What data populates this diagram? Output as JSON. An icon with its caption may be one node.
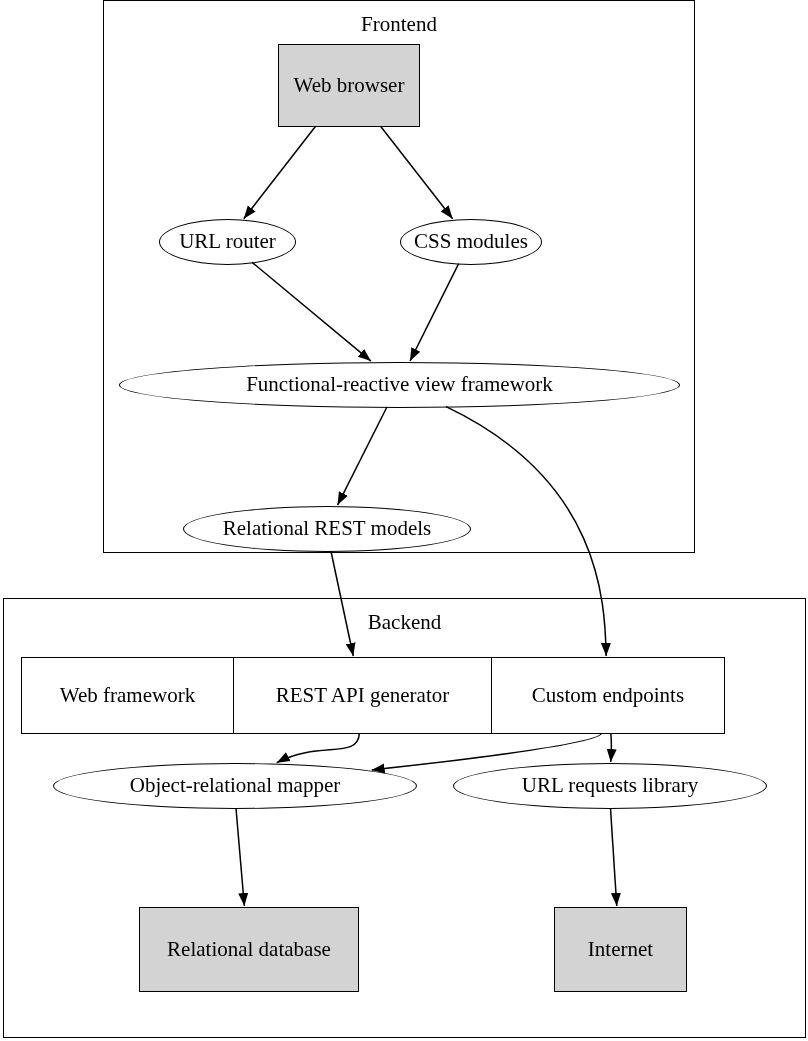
{
  "diagram": {
    "nodes": [
      {
        "text": [
          "Frontend"
        ]
      },
      {
        "text": [
          "Web browser"
        ],
        "in": 0
      },
      {
        "text": [
          "URL router"
        ],
        "in": 0
      },
      {
        "text": [
          "CSS modules"
        ],
        "in": 0
      },
      {
        "text": [
          "Functional-reactive view framework"
        ],
        "in": 0
      },
      {
        "text": [
          "Relational REST models"
        ],
        "in": 0
      },
      {
        "text": [
          "Backend"
        ]
      },
      {
        "text": [
          "Web framework"
        ],
        "in": 6
      },
      {
        "text": [
          "REST API generator"
        ],
        "in": 6
      },
      {
        "text": [
          "Custom endpoints"
        ],
        "in": 6
      },
      {
        "text": [
          "Object-relational mapper"
        ],
        "in": 6
      },
      {
        "text": [
          "URL requests library"
        ],
        "in": 6
      },
      {
        "text": [
          "Relational database"
        ],
        "in": 6
      },
      {
        "text": [
          "Internet"
        ],
        "in": 6
      }
    ],
    "edges": [
      {
        "from": 1,
        "to": 2,
        "arrow": "to"
      },
      {
        "from": 1,
        "to": 3,
        "arrow": "to"
      },
      {
        "from": 2,
        "to": 4,
        "arrow": "to"
      },
      {
        "from": 3,
        "to": 4,
        "arrow": "to"
      },
      {
        "from": 4,
        "to": 5,
        "arrow": "to"
      },
      {
        "from": 4,
        "to": 9,
        "arrow": "to"
      },
      {
        "from": 5,
        "to": 8,
        "arrow": "to"
      },
      {
        "from": 8,
        "to": 10,
        "arrow": "to"
      },
      {
        "from": 9,
        "to": 10,
        "arrow": "to"
      },
      {
        "from": 9,
        "to": 11,
        "arrow": "to"
      },
      {
        "from": 10,
        "to": 12,
        "arrow": "to"
      },
      {
        "from": 11,
        "to": 13,
        "arrow": "to"
      }
    ]
  }
}
